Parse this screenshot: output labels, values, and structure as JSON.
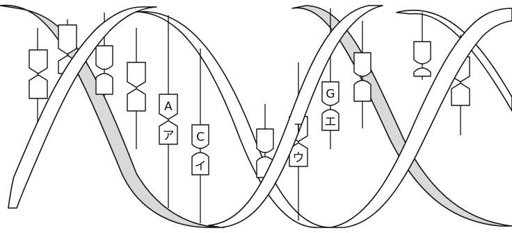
{
  "labels": {
    "a": "A",
    "c": "C",
    "t": "T",
    "g": "G",
    "a_pair": "ア",
    "c_pair": "イ",
    "t_pair": "ウ",
    "g_pair": "エ"
  },
  "colors": {
    "outline": "#111111",
    "strand_fill": "#ffffff",
    "strand_back_fill": "#d9d9d9",
    "background": "#ffffff"
  }
}
